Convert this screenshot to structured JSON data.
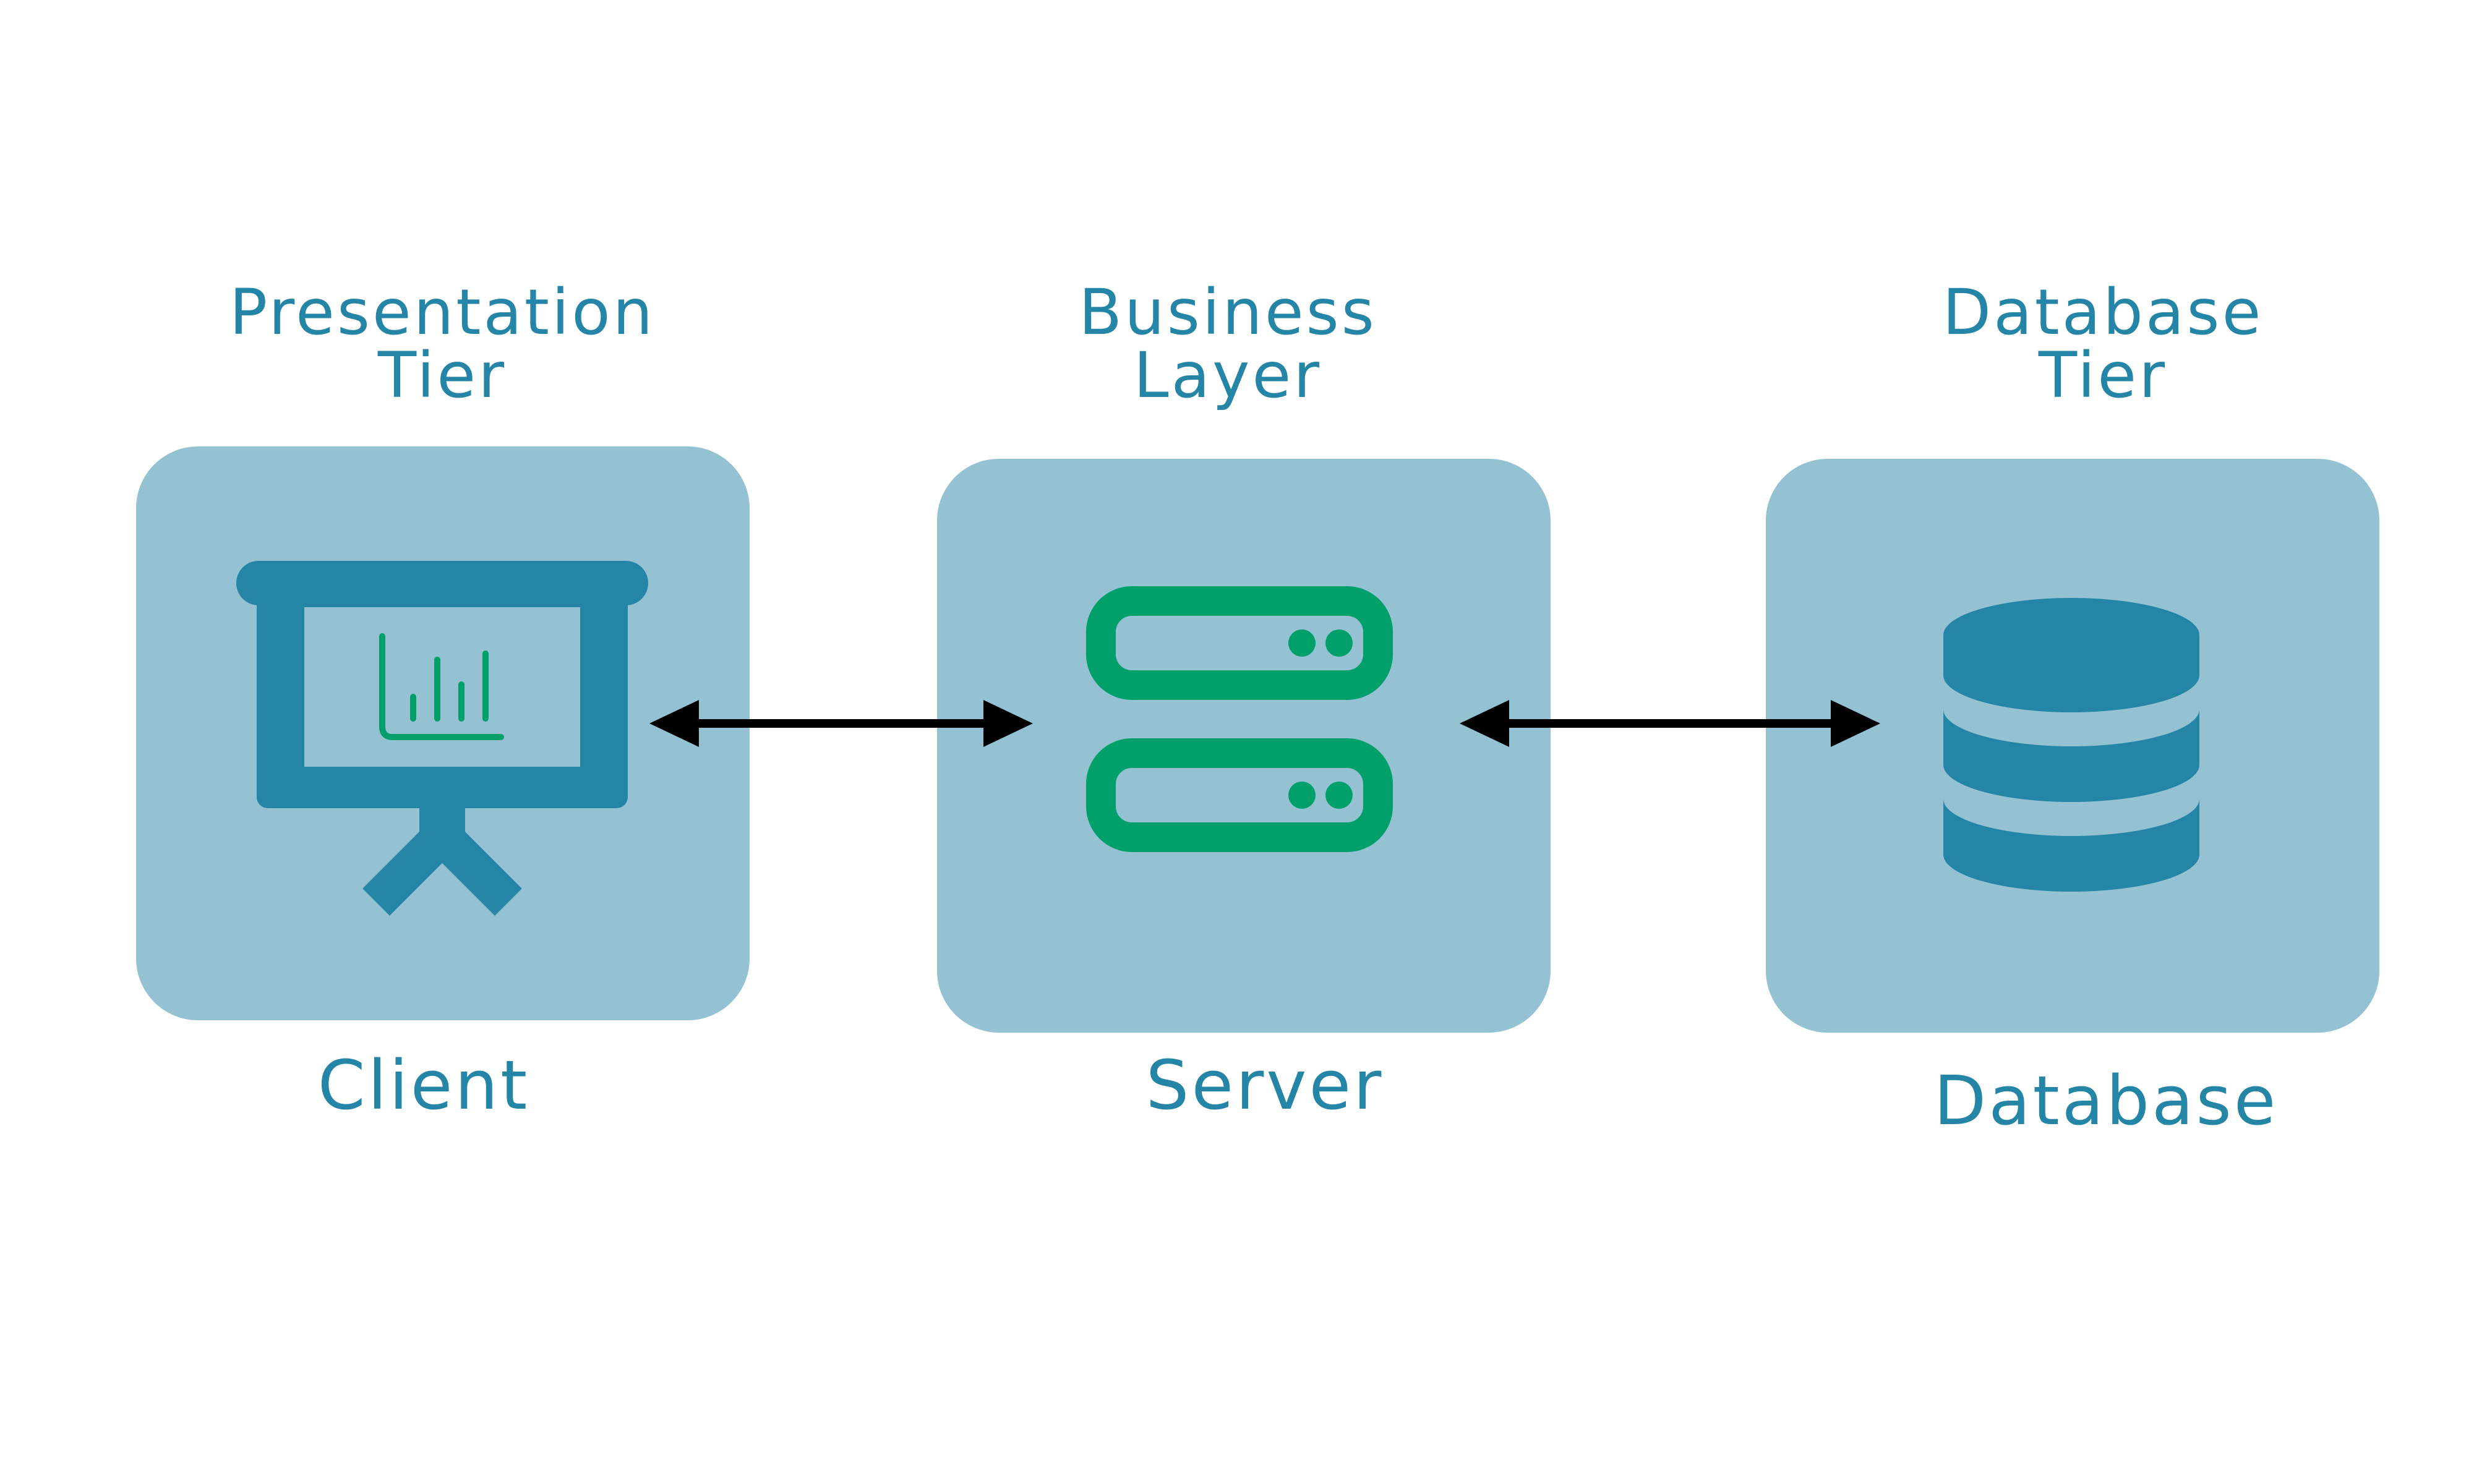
{
  "tiers": [
    {
      "title_line1": "Presentation",
      "title_line2": "Tier",
      "caption": "Client",
      "icon": "presentation-board-icon"
    },
    {
      "title_line1": "Business",
      "title_line2": "Layer",
      "caption": "Server",
      "icon": "server-icon"
    },
    {
      "title_line1": "Database",
      "title_line2": "Tier",
      "caption": "Database",
      "icon": "database-icon"
    }
  ],
  "connectors": [
    {
      "from": "Client",
      "to": "Server",
      "direction": "bidirectional"
    },
    {
      "from": "Server",
      "to": "Database",
      "direction": "bidirectional"
    }
  ],
  "colors": {
    "card_background": "#95c2d2",
    "icon_blue": "#2485a6",
    "icon_green": "#01a06b",
    "text": "#2485a6",
    "arrow": "#000000"
  }
}
